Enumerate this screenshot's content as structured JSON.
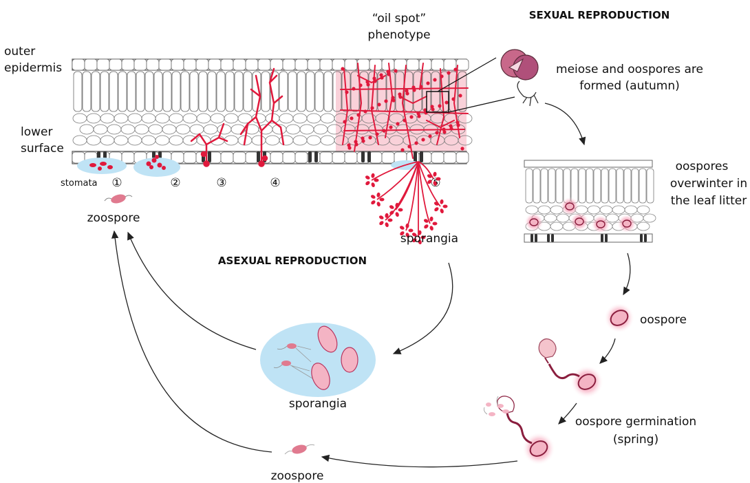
{
  "headings": {
    "sexual": "SEXUAL REPRODUCTION",
    "asexual": "ASEXUAL REPRODUCTION"
  },
  "leaf_labels": {
    "outer_epidermis": [
      "outer",
      "epidermis"
    ],
    "lower_surface": [
      "lower",
      "surface"
    ],
    "stomata": "stomata",
    "oil_spot": [
      "“oil spot”",
      "phenotype"
    ]
  },
  "stages": [
    "①",
    "②",
    "③",
    "④",
    "⑤"
  ],
  "labels": {
    "zoospore_top": "zoospore",
    "sporangia_top": "sporangia",
    "sporangia_mid": "sporangia",
    "zoospore_bottom": "zoospore",
    "meiose": [
      "meiose and oospores are",
      "formed (autumn)"
    ],
    "overwinter": [
      "oospores",
      "overwinter in",
      "the leaf litter"
    ],
    "oospore": "oospore",
    "germination": [
      "oospore germination",
      "(spring)"
    ]
  },
  "colors": {
    "pathogen_red": "#e0193c",
    "pink_fill": "#f4b4c4",
    "dark_pink": "#b8345e",
    "water_blue": "#bfe3f5",
    "oospore_glow": "#f06a8c"
  }
}
